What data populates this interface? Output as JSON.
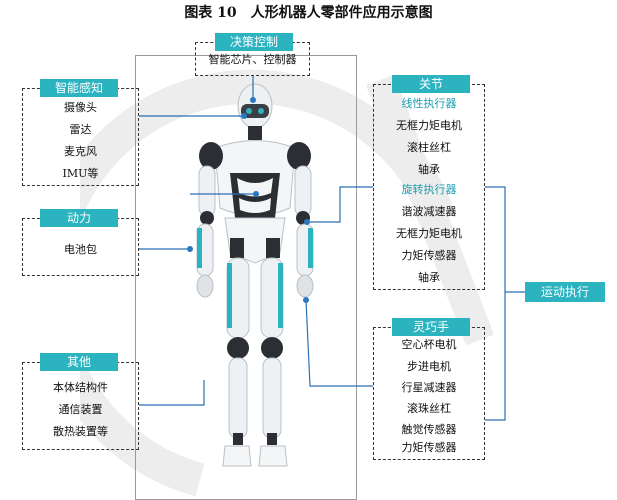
{
  "title": "图表 10　人形机器人零部件应用示意图",
  "decision": {
    "header": "决策控制",
    "items": [
      "智能芯片、控制器"
    ]
  },
  "perception": {
    "header": "智能感知",
    "items": [
      "摄像头",
      "雷达",
      "麦克风",
      "IMU等"
    ]
  },
  "power": {
    "header": "动力",
    "items": [
      "电池包"
    ]
  },
  "other": {
    "header": "其他",
    "items": [
      "本体结构件",
      "通信装置",
      "散热装置等"
    ]
  },
  "joint": {
    "header": "关节",
    "items": [
      "线性执行器",
      "无框力矩电机",
      "滚柱丝杠",
      "轴承",
      "旋转执行器",
      "谐波减速器",
      "无框力矩电机",
      "力矩传感器",
      "轴承"
    ]
  },
  "hand": {
    "header": "灵巧手",
    "items": [
      "空心杯电机",
      "步进电机",
      "行星减速器",
      "滚珠丝杠",
      "触觉传感器",
      "力矩传感器"
    ]
  },
  "motion": {
    "header": "运动执行"
  },
  "colors": {
    "accent": "#2bb3c0",
    "subheading": "#1e9db0"
  }
}
